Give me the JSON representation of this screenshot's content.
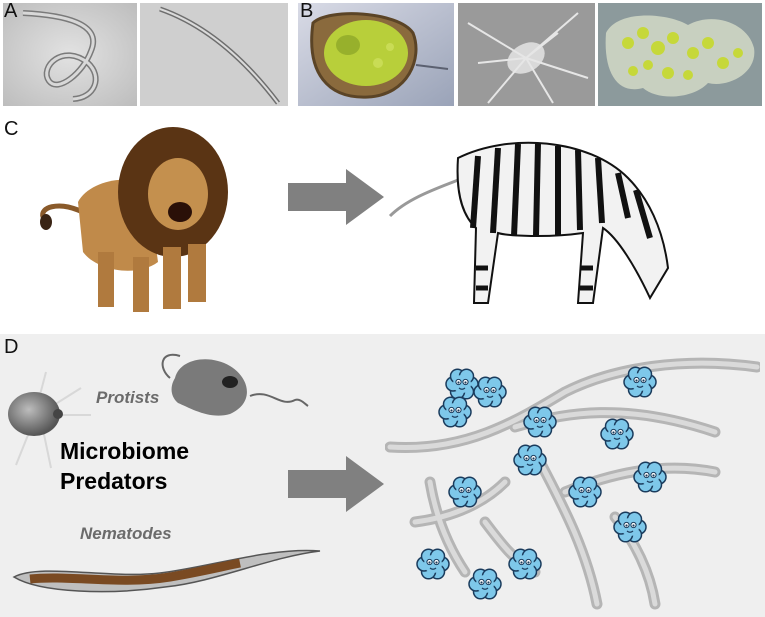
{
  "panels": {
    "a": {
      "letter": "A"
    },
    "b": {
      "letter": "B"
    },
    "c": {
      "letter": "C"
    },
    "d": {
      "letter": "D"
    }
  },
  "panel_d": {
    "protists_label": "Protists",
    "title_line1": "Microbiome",
    "title_line2": "Predators",
    "nematodes_label": "Nematodes"
  },
  "colors": {
    "arrow": "#808080",
    "d_background": "#efefef",
    "bacteria_fill": "#7ec8ea",
    "bacteria_outline": "#1a3b5c",
    "hyphae": "#c8c8c8",
    "algae_green": "#b8cf3a"
  }
}
